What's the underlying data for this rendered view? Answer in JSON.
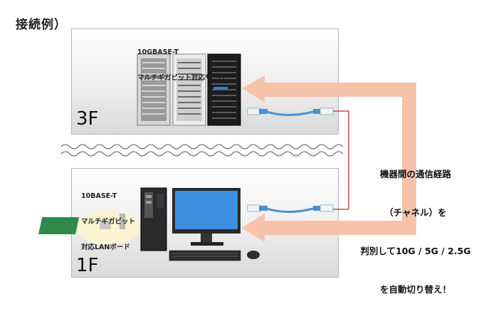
{
  "title": "接続例）",
  "floors": {
    "top": {
      "label": "3F"
    },
    "bottom": {
      "label": "1F"
    }
  },
  "server_label": {
    "line1": "10GBASE-T",
    "line2": "マルチギガビット対応サーバー"
  },
  "nic_label": {
    "line1": "10BASE-T",
    "line2": "マルチギガビット",
    "line3": "対応LANボード"
  },
  "message": {
    "line1": "機器間の通信経路",
    "line2": "（チャネル）を",
    "line3": "判別して10G / 5G / 2.5G",
    "line4": "を自動切り替え！"
  },
  "colors": {
    "arrow": "#f6c3aa",
    "link_line": "#d32020",
    "cable": "#4a8fd0"
  },
  "icons": [
    "server-rack-icon",
    "lan-cable-icon",
    "pc-tower-icon",
    "monitor-icon",
    "keyboard-icon",
    "mouse-icon",
    "lan-card-icon"
  ]
}
